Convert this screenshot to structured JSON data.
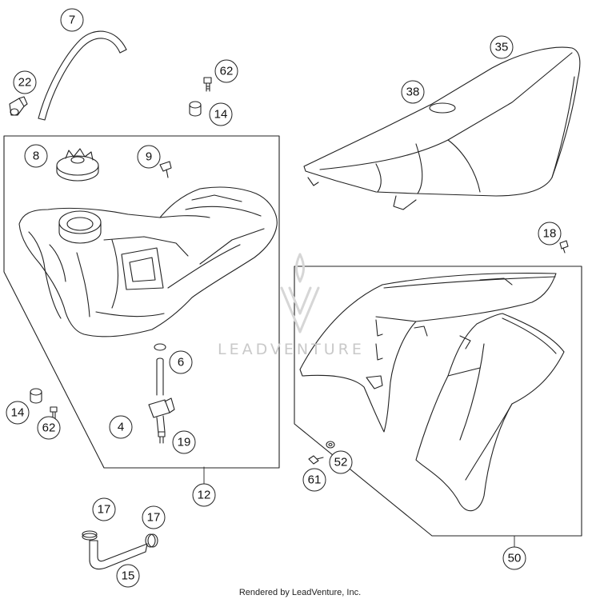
{
  "callouts": {
    "c7": "7",
    "c22": "22",
    "c62a": "62",
    "c14a": "14",
    "c8": "8",
    "c9": "9",
    "c6": "6",
    "c4": "4",
    "c19": "19",
    "c14b": "14",
    "c62b": "62",
    "c12": "12",
    "c17a": "17",
    "c17b": "17",
    "c15": "15",
    "c35": "35",
    "c38": "38",
    "c18": "18",
    "c52": "52",
    "c61": "61",
    "c50": "50"
  },
  "watermark": "LEADVENTURE",
  "footer": "Rendered by LeadVenture, Inc."
}
